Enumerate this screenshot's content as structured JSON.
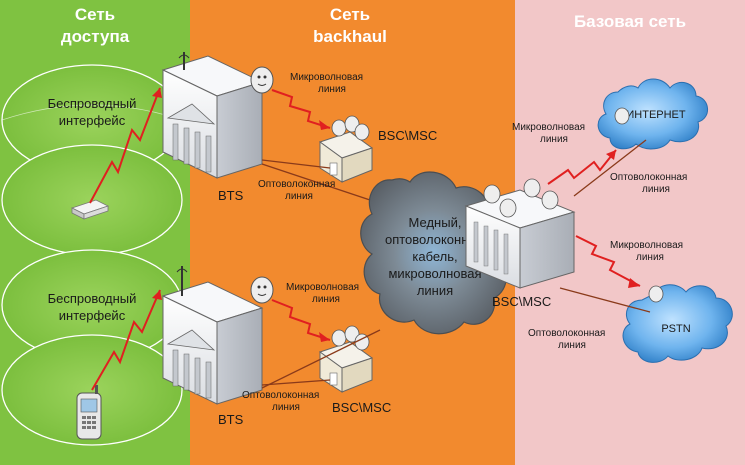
{
  "sections": {
    "access": {
      "line1": "Сеть",
      "line2": "доступа",
      "bg": "#7fc241"
    },
    "backhaul": {
      "line1": "Сеть",
      "line2": "backhaul",
      "bg": "#f28a2e"
    },
    "core": {
      "title": "Базовая сеть",
      "bg": "#f2c7c8"
    }
  },
  "access_network": {
    "wireless_interface_top": [
      "Беспроводный",
      "интерфейс"
    ],
    "wireless_interface_bottom": [
      "Беспроводный",
      "интерфейс"
    ]
  },
  "backhaul_network": {
    "bts_top": "BTS",
    "bts_bottom": "BTS",
    "microwave_top": [
      "Микроволновая",
      "линия"
    ],
    "microwave_bottom": [
      "Микроволновая",
      "линия"
    ],
    "fiber_top": [
      "Оптоволоконная",
      "линия"
    ],
    "fiber_bottom": [
      "Оптоволоконная",
      "линия"
    ],
    "bsc_msc_top": "BSC\\MSC",
    "bsc_msc_bottom": "BSC\\MSC",
    "cloud_lines": [
      "Медный,",
      "оптоволоконный",
      "кабель,",
      "микроволновая",
      "линия"
    ]
  },
  "core_network": {
    "bsc_msc": "BSC\\MSC",
    "internet": "ИНТЕРНЕТ",
    "pstn": "PSTN",
    "microwave_internet": [
      "Микроволновая",
      "линия"
    ],
    "fiber_internet": [
      "Оптоволоконная",
      "линия"
    ],
    "microwave_pstn": [
      "Микроволновая",
      "линия"
    ],
    "fiber_pstn": [
      "Оптоволоконная",
      "линия"
    ]
  },
  "colors": {
    "link_red": "#e02020",
    "fiber_line": "#8a3a1a",
    "cloud_gray": "#6e6e6e",
    "cloud_blue": "#5aa8e8"
  }
}
